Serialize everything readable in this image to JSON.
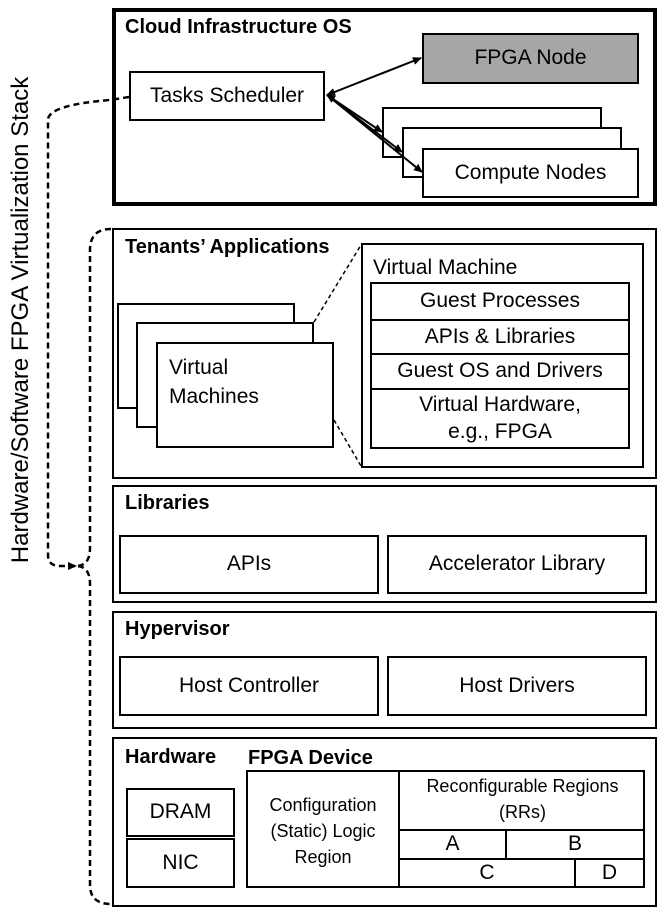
{
  "vertical_label": "Hardware/Software FPGA Virtualization Stack",
  "cloud": {
    "title": "Cloud Infrastructure OS",
    "scheduler": "Tasks Scheduler",
    "fpga_node": "FPGA Node",
    "compute_nodes": "Compute Nodes",
    "colors": {
      "fpga_node_fill": "#a6a6a6"
    }
  },
  "tenants": {
    "title": "Tenants’ Applications",
    "vms_line1": "Virtual",
    "vms_line2": "Machines",
    "vm_title": "Virtual Machine",
    "vm_layers": [
      "Guest Processes",
      "APIs & Libraries",
      "Guest OS and Drivers"
    ],
    "vm_hw_line1": "Virtual Hardware,",
    "vm_hw_line2": "e.g., FPGA"
  },
  "libraries": {
    "title": "Libraries",
    "apis": "APIs",
    "accel": "Accelerator Library"
  },
  "hypervisor": {
    "title": "Hypervisor",
    "host_controller": "Host Controller",
    "host_drivers": "Host Drivers"
  },
  "hardware": {
    "title": "Hardware",
    "dram": "DRAM",
    "nic": "NIC",
    "fpga_title": "FPGA Device",
    "config_line1": "Configuration",
    "config_line2": "(Static) Logic",
    "config_line3": "Region",
    "rr_line1": "Reconfigurable Regions",
    "rr_line2": "(RRs)",
    "regions": [
      "A",
      "B",
      "C",
      "D"
    ]
  }
}
